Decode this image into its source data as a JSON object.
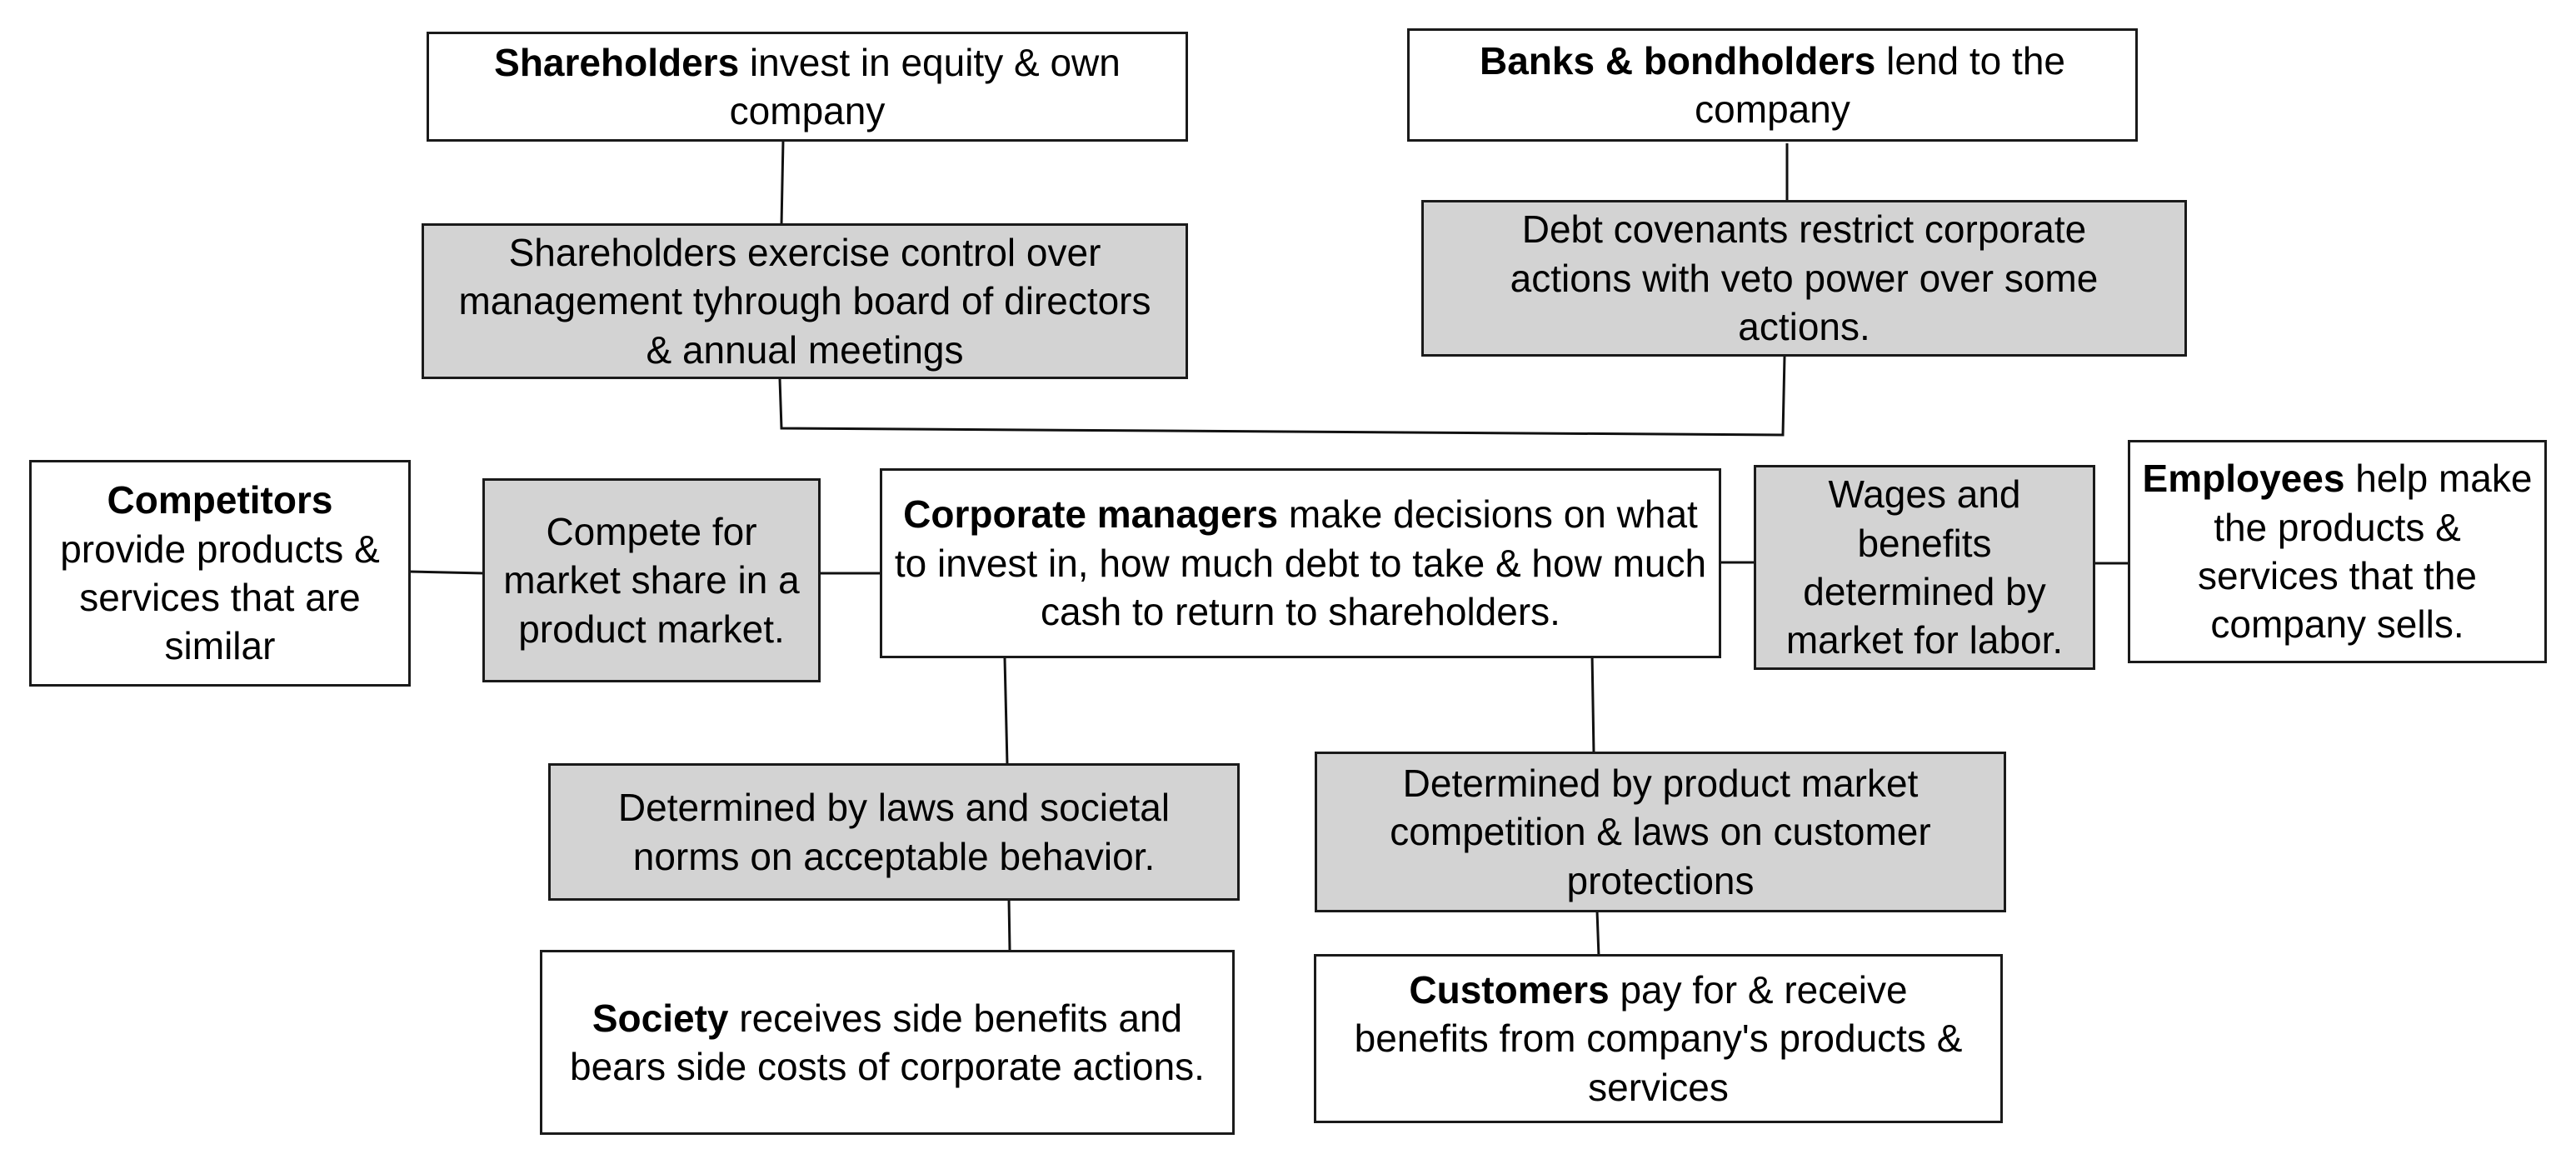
{
  "diagram": {
    "parties": {
      "shareholders": {
        "bold": "Shareholders",
        "text": " invest in equity & own company"
      },
      "banks": {
        "bold": "Banks & bondholders",
        "text": " lend to the company"
      },
      "competitors": {
        "bold": "Competitors",
        "text": "provide products & services that are similar"
      },
      "managers": {
        "bold": "Corporate managers",
        "text": " make decisions on what to invest in, how much debt to take & how much cash to return to shareholders."
      },
      "employees": {
        "bold": "Employees",
        "text": " help make the products & services that the company sells."
      },
      "society": {
        "bold": "Society",
        "text": " receives side benefits and bears side costs of corporate actions."
      },
      "customers": {
        "bold": "Customers",
        "text": " pay for & receive benefits from  company's products & services"
      }
    },
    "mechanisms": {
      "board_control": "Shareholders exercise control over management tyhrough board of directors & annual meetings",
      "debt_covenants": "Debt covenants restrict corporate actions with veto power over some actions.",
      "market_share": "Compete for market share in a product market.",
      "wages": "Wages and benefits determined by market for labor.",
      "laws_norms": "Determined by laws and societal norms on acceptable behavior.",
      "product_competition": "Determined by product market competition & laws on customer protections"
    },
    "colors": {
      "party_fill": "#ffffff",
      "mechanism_fill": "#d3d3d3",
      "border": "#1a1a1a"
    }
  }
}
